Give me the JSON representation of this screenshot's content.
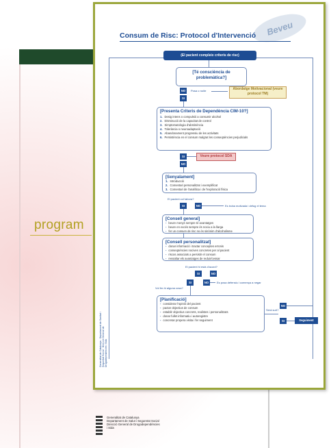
{
  "background_doc": {
    "programa_text": "program",
    "logo_lines": [
      "Generalitat de Catalunya",
      "Departament de Salut i Seguretat Social",
      "Direcció General de Drogodependències",
      "i Sida"
    ]
  },
  "poster": {
    "title": "Consum de Risc: Protocol d'Intervenció",
    "stamp": "Beveu",
    "start": "(El pacient compleix criteris de risc)",
    "awareness": "[Té consciència de problemàtica?]",
    "no": "NO",
    "si": "SI",
    "maybe_note": "Posa o no/te",
    "motivational_note": "Abordatge Motivacional (veure protocol TM)",
    "criteria": {
      "title": "[Presenta Criteris de Dependència CIM-10?]",
      "items": [
        "Desig intens o compulsió a consumir alcohol",
        "Disminució de la capacitat de control",
        "Simptomatologia d'abstinència",
        "Tolerància o neuroadaptació",
        "Abandonament progressiu de les activitats",
        "Persistència en el consum malgrat les conseqüències perjudicials"
      ]
    },
    "sda_note": "Veure protocol SDA",
    "senyalament": {
      "title": "[Senyalament]",
      "items": [
        "Introducció",
        "Comentari personalitzat i exemplificat",
        "Comentari de l'analítica i de l'exploració física"
      ]
    },
    "question1": "El pacient col·labora?",
    "side1": "Es troba motivada i defug el tema",
    "consell_general": {
      "title": "[Consell general]",
      "items": [
        "beure menys sempre té avantatges",
        "beure en excés sempre és nociu a la llarga",
        "fer un consum de risc no és sinònim d'alcoholisme"
      ]
    },
    "consell_personalitzat": {
      "title": "[Consell personalitzat]",
      "items": [
        "donar informació i tractar conceptes erronis",
        "conseqüències nocives concretes per al pacient",
        "riscos associats a persistir el consum",
        "ressaltar els avantatges de reduir/cessar"
      ]
    },
    "question2": "El pacient hi està d'acord?",
    "question3": "Vol fer-hi alguna cosa?",
    "side2": "Es posa defensiu i comença a negar",
    "planificacio": {
      "title": "[Planificació]",
      "items": [
        "considerar l'opinió del pacient",
        "pactar objectius de consum",
        "establir objectius concrets, realistes i personalitzats",
        "donar fullet informatiu i autoregistre",
        "concretar propera visita i fer seguiment"
      ]
    },
    "question4": "Serà surt?",
    "seguiment": "Seguiment",
    "sidebar_text": "Generalitat de Catalunya · Departament de Sanitat i Seguretat Social · Direcció General de Drogodependències i Sida"
  }
}
